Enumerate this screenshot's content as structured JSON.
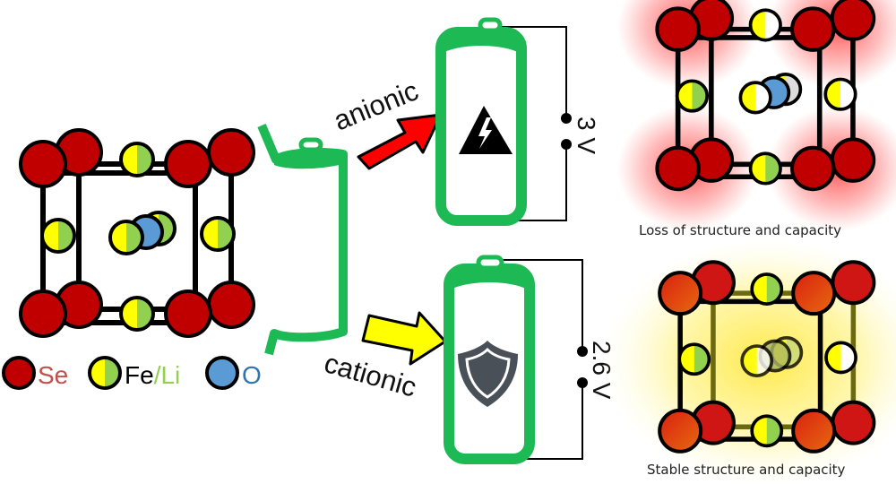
{
  "figure": {
    "title": "Anionic vs cationic redox in Li/Fe selenide oxide cathode",
    "colors": {
      "se": "#c00000",
      "fe": "#ffff00",
      "li": "#92d050",
      "o": "#5b9bd5",
      "battery": "#1db954",
      "anionic_arrow": "#ff0000",
      "cationic_arrow": "#ffff00",
      "loss_glow": "#ff3030",
      "stable_glow": "#ffee55"
    }
  },
  "legend": {
    "items": [
      {
        "symbol": "Se",
        "label": "Se",
        "label_color": "#c0504d"
      },
      {
        "symbol": "Fe/Li",
        "label_fe": "Fe",
        "sep": "/",
        "label_li": "Li",
        "fe_color": "#000000",
        "li_color": "#92d050"
      },
      {
        "symbol": "O",
        "label": "O",
        "label_color": "#2e75b6"
      }
    ]
  },
  "pathways": {
    "anionic": {
      "label": "anionic",
      "battery_icon": "warning-lightning-icon",
      "voltage": "3 V",
      "outcome": "Loss of structure and capacity"
    },
    "cationic": {
      "label": "cationic",
      "battery_icon": "shield-icon",
      "voltage": "2.6 V",
      "outcome": "Stable structure and capacity"
    }
  }
}
